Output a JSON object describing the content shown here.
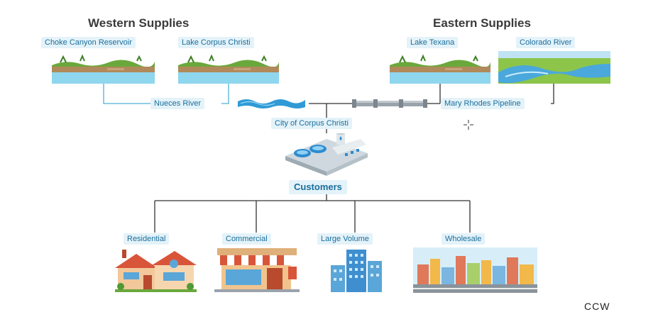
{
  "western": {
    "title": "Western Supplies",
    "sources": [
      "Choke Canyon Reservoir",
      "Lake Corpus Christi"
    ],
    "river": "Nueces River"
  },
  "eastern": {
    "title": "Eastern Supplies",
    "sources": [
      "Lake Texana",
      "Colorado River"
    ],
    "pipeline": "Mary Rhodes Pipeline"
  },
  "city": "City of Corpus Christi",
  "customers": {
    "title": "Customers",
    "groups": [
      "Residential",
      "Commercial",
      "Large Volume",
      "Wholesale"
    ]
  },
  "credit": "CCW",
  "colors": {
    "label_bg": "#e4f2f9",
    "label_text": "#1a6f9c",
    "water": "#2f9ad6",
    "line": "#333333"
  },
  "icons": [
    "reservoir-icon",
    "river-icon",
    "pipeline-icon",
    "treatment-plant-icon",
    "house-icon",
    "shop-icon",
    "tower-icon",
    "city-skyline-icon"
  ]
}
